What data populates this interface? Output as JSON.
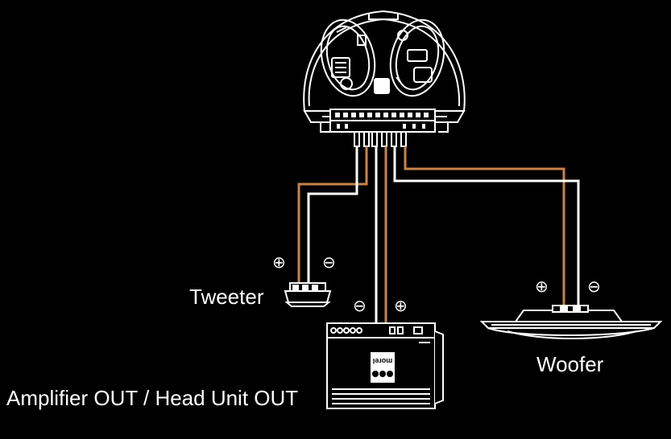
{
  "labels": {
    "tweeter": "Tweeter",
    "woofer": "Woofer",
    "amplifier": "Amplifier OUT / Head Unit OUT",
    "amp_logo": "morel"
  },
  "polarity": {
    "positive": "⊕",
    "negative": "⊖"
  },
  "colors": {
    "background": "#000000",
    "line": "#ffffff",
    "positive_wire": "#c8834a",
    "negative_wire": "#ffffff"
  },
  "icons": [
    "crossover-unit-icon",
    "tweeter-icon",
    "woofer-icon",
    "amplifier-icon"
  ]
}
